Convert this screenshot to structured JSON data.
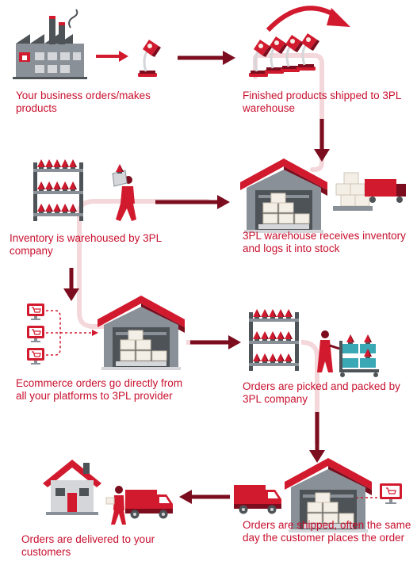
{
  "colors": {
    "red": "#d21a2e",
    "dark_red": "#7b0d1e",
    "path_pink": "#f3d7da",
    "gray_dark": "#4e5358",
    "gray_mid": "#8a9097",
    "gray_light": "#d4d6d9",
    "cream": "#f4efe6",
    "text": "#c8102e",
    "teal": "#3aa8b5"
  },
  "steps": [
    {
      "caption": "Your business orders/makes products",
      "icon": "factory-icon"
    },
    {
      "caption": "Finished products shipped to 3PL warehouse",
      "icon": "lamps-icon"
    },
    {
      "caption": "Inventory is warehoused by 3PL company",
      "icon": "shelf-icon"
    },
    {
      "caption": "3PL warehouse receives inventory and logs it into stock",
      "icon": "warehouse-icon"
    },
    {
      "caption": "Ecommerce orders go directly from all your platforms to 3PL provider",
      "icon": "monitor-icon"
    },
    {
      "caption": "Orders are picked and packed by 3PL company",
      "icon": "picker-icon"
    },
    {
      "caption": "Orders are shipped, often the same day the customer places the order",
      "icon": "delivery-truck-icon"
    },
    {
      "caption": "Orders are delivered to your customers",
      "icon": "house-icon"
    }
  ]
}
